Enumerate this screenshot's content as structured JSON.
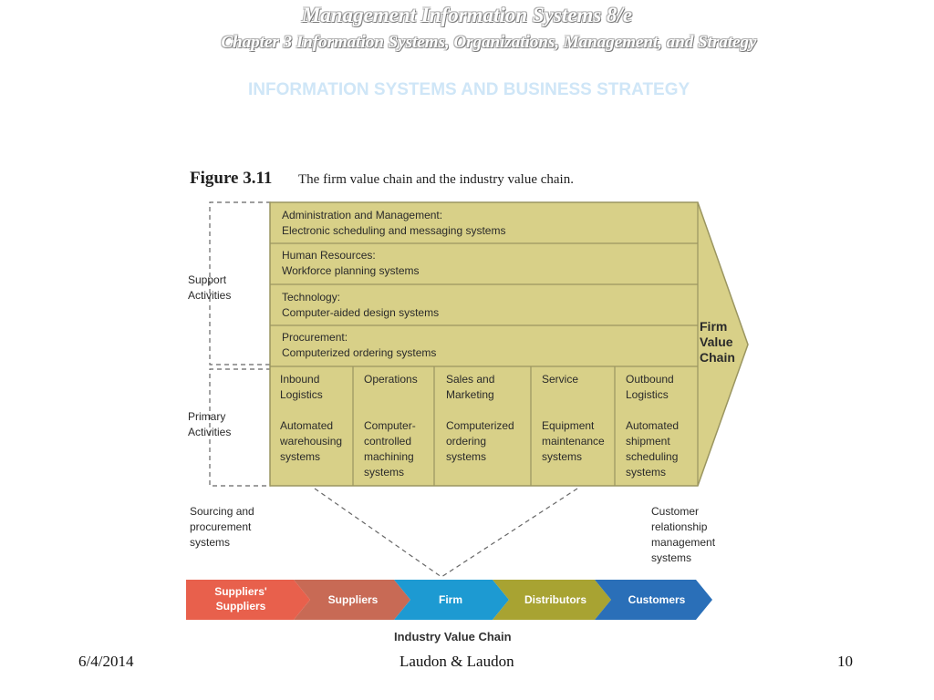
{
  "header": {
    "title": "Management Information Systems 8/e",
    "chapter": "Chapter 3 Information Systems, Organizations, Management, and Strategy",
    "section": "INFORMATION SYSTEMS AND BUSINESS  STRATEGY"
  },
  "figure": {
    "label": "Figure 3.11",
    "caption": "The firm value chain and the industry value chain.",
    "support_label": "Support Activities",
    "primary_label": "Primary Activities",
    "firm_value_chain_label": "Firm Value Chain",
    "support_activities": [
      {
        "title": "Administration and Management:",
        "system": "Electronic scheduling and messaging systems"
      },
      {
        "title": "Human Resources:",
        "system": "Workforce planning systems"
      },
      {
        "title": "Technology:",
        "system": "Computer-aided design systems"
      },
      {
        "title": "Procurement:",
        "system": "Computerized ordering systems"
      }
    ],
    "primary_activities": [
      {
        "title": "Inbound Logistics",
        "system": "Automated warehousing systems"
      },
      {
        "title": "Operations",
        "system": "Computer-controlled machining systems"
      },
      {
        "title": "Sales and Marketing",
        "system": "Computerized ordering systems"
      },
      {
        "title": "Service",
        "system": "Equipment maintenance systems"
      },
      {
        "title": "Outbound Logistics",
        "system": "Automated shipment scheduling systems"
      }
    ],
    "left_note": "Sourcing and procurement systems",
    "right_note": "Customer relationship management systems",
    "industry_chain_label": "Industry Value Chain",
    "industry_chain": [
      {
        "label": "Suppliers' Suppliers",
        "color": "#e8604c"
      },
      {
        "label": "Suppliers",
        "color": "#c86a55"
      },
      {
        "label": "Firm",
        "color": "#1d9ad2"
      },
      {
        "label": "Distributors",
        "color": "#a8a332"
      },
      {
        "label": "Customers",
        "color": "#2a6fb8"
      }
    ],
    "box_fill": "#d8d088",
    "box_stroke": "#9a9560"
  },
  "footer": {
    "date": "6/4/2014",
    "author": "Laudon & Laudon",
    "page": "10"
  }
}
